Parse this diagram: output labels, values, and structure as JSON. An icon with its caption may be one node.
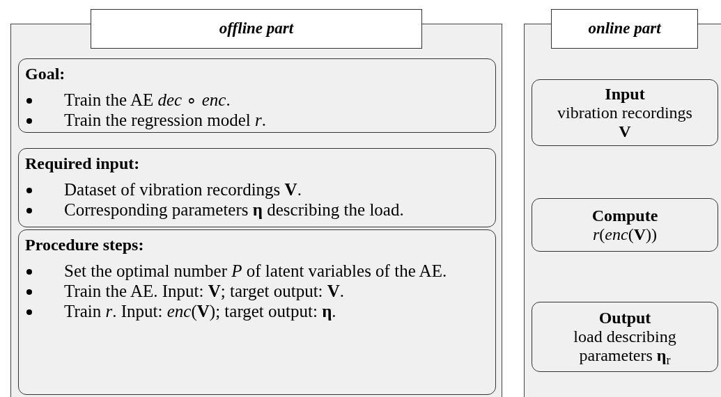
{
  "diagram": {
    "nodes": [
      {
        "text": [],
        "shape": "box"
      },
      {
        "text": [
          "offline part"
        ]
      },
      {
        "text": [
          "Goal:",
          "Train the AE *dec* ∘ *enc*.",
          "Train the regression model *r*."
        ],
        "in": 0
      },
      {
        "text": [
          "Required input:",
          "Dataset of vibration recordings **V**.",
          "Corresponding parameters **η** describing the load."
        ],
        "in": 0
      },
      {
        "text": [
          "Procedure steps:",
          "Set the optimal number *P* of latent variables of the AE.",
          "Train the AE. Input: **V**; target output: **V**.",
          "Train *r*. Input: *enc*(**V**); target output: **η**."
        ],
        "in": 0
      },
      {
        "text": [],
        "shape": "box"
      },
      {
        "text": [
          "online part"
        ]
      },
      {
        "text": [
          "Input",
          "vibration recordings **V**"
        ],
        "in": 5
      },
      {
        "text": [
          "Compute",
          "*r*(*enc*(**V**))"
        ],
        "in": 5
      },
      {
        "text": [
          "Output",
          "load describing parameters **η**$_{r}$"
        ],
        "in": 5
      }
    ],
    "edges": []
  }
}
